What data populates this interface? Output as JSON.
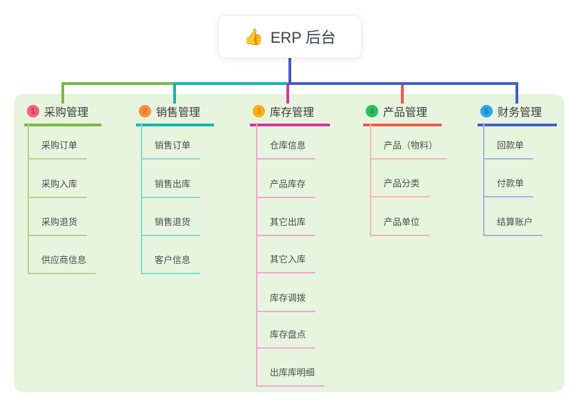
{
  "root": {
    "icon_char": "👍",
    "label": "ERP 后台"
  },
  "panel_color": "#E7F5DF",
  "connector": {
    "root_color": "#4A55C9"
  },
  "branches": [
    {
      "badge": "1",
      "label": "采购管理",
      "color": "#7CB83E",
      "light": "#AFD88F",
      "badge_bg": "#F2607C",
      "badge_fg": "#C13152",
      "items": [
        "采购订单",
        "采购入库",
        "采购退货",
        "供应商信息"
      ]
    },
    {
      "badge": "2",
      "label": "销售管理",
      "color": "#12B5AE",
      "light": "#8CD9D4",
      "badge_bg": "#FA8F44",
      "badge_fg": "#DF6E16",
      "items": [
        "销售订单",
        "销售出库",
        "销售退货",
        "客户信息"
      ]
    },
    {
      "badge": "3",
      "label": "库存管理",
      "color": "#D6359E",
      "light": "#F0A6D4",
      "badge_bg": "#FBAE17",
      "badge_fg": "#E08E00",
      "items": [
        "仓库信息",
        "产品库存",
        "其它出库",
        "其它入库",
        "库存调拨",
        "库存盘点",
        "出库库明细"
      ]
    },
    {
      "badge": "4",
      "label": "产品管理",
      "color": "#F5544A",
      "light": "#FAB3AC",
      "badge_bg": "#2EBD60",
      "badge_fg": "#149A44",
      "items": [
        "产品（物料）",
        "产品分类",
        "产品单位"
      ]
    },
    {
      "badge": "5",
      "label": "财务管理",
      "color": "#3E5FC9",
      "light": "#A3B4E4",
      "badge_bg": "#2FA9E1",
      "badge_fg": "#1080B8",
      "items": [
        "回款单",
        "付款单",
        "结算账户"
      ]
    }
  ]
}
